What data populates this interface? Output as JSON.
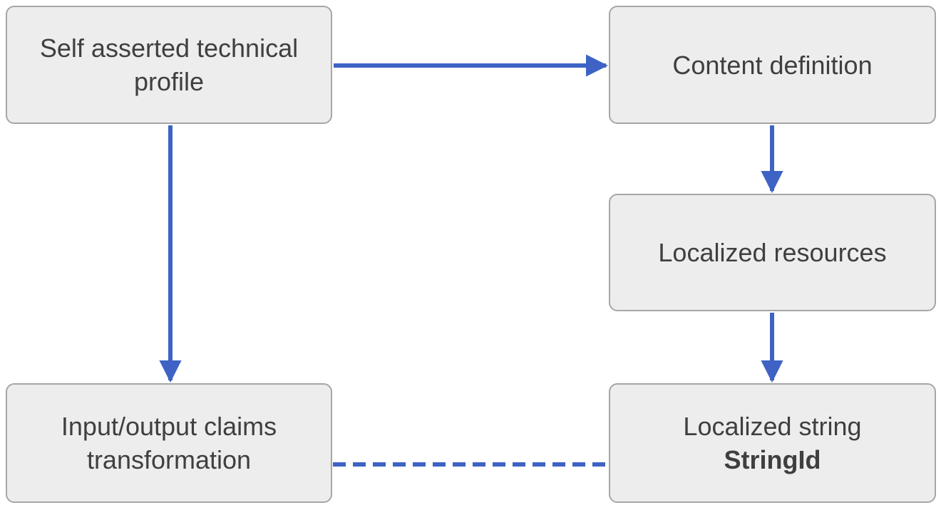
{
  "diagram": {
    "colors": {
      "background": "#ffffff",
      "box_fill": "#ededed",
      "box_border": "#a6a6a6",
      "arrow": "#3e63c4",
      "text": "#3f3f3f"
    },
    "nodes": {
      "self_asserted_technical_profile": {
        "label": "Self asserted technical profile"
      },
      "content_definition": {
        "label": "Content definition"
      },
      "localized_resources": {
        "label": "Localized resources"
      },
      "input_output_claims_transformation": {
        "label": "Input/output claims transformation"
      },
      "localized_string": {
        "label": "Localized string",
        "sublabel": "StringId"
      }
    },
    "edges": [
      {
        "from": "self_asserted_technical_profile",
        "to": "content_definition",
        "style": "solid"
      },
      {
        "from": "self_asserted_technical_profile",
        "to": "input_output_claims_transformation",
        "style": "solid"
      },
      {
        "from": "content_definition",
        "to": "localized_resources",
        "style": "solid"
      },
      {
        "from": "localized_resources",
        "to": "localized_string",
        "style": "solid"
      },
      {
        "from": "input_output_claims_transformation",
        "to": "localized_string",
        "style": "dashed",
        "points_to": "StringId"
      }
    ]
  }
}
